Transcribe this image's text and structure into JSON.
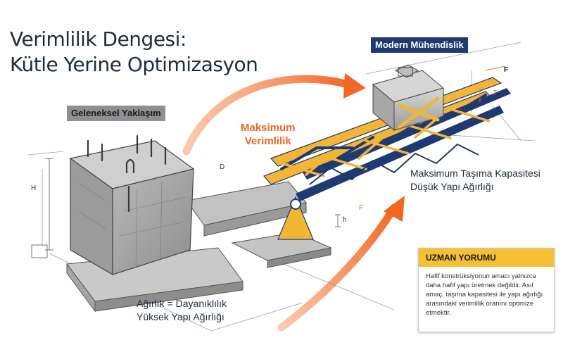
{
  "title": {
    "line1": "Verimlilik Dengesi:",
    "line2": "Kütle Yerine Optimizasyon"
  },
  "traditional": {
    "label": "Geleneksel Yaklaşım",
    "caption_line1": "Ağırlık = Dayanıklılık",
    "caption_line2": "Yüksek Yapı Ağırlığı"
  },
  "modern": {
    "label": "Modern Mühendislik",
    "caption_line1": "Maksimum Taşıma Kapasitesi",
    "caption_line2": "Düşük Yapı Ağırlığı"
  },
  "efficiency": {
    "line1": "Maksimum",
    "line2": "Verimlilik"
  },
  "expert": {
    "title": "UZMAN YORUMU",
    "body": "Hafif konstrüksiyonun amacı yalnızca daha hafif yapı üretmek değildir. Asıl amaç, taşıma kapasitesi ile yapı ağırlığı arasındaki verimlilik oranını optimize etmektir."
  },
  "dimension_labels": {
    "h_block": "H",
    "d": "D",
    "h_small": "h",
    "t": "T",
    "f_top": "F",
    "f_bottom": "F"
  },
  "colors": {
    "accent_orange": "#f26722",
    "truss_yellow": "#f2b535",
    "truss_navy": "#1f3a73",
    "concrete_gray": "#a9a9a9",
    "title_navy": "#1f2b3d",
    "card_header_yellow": "#f5c033"
  }
}
